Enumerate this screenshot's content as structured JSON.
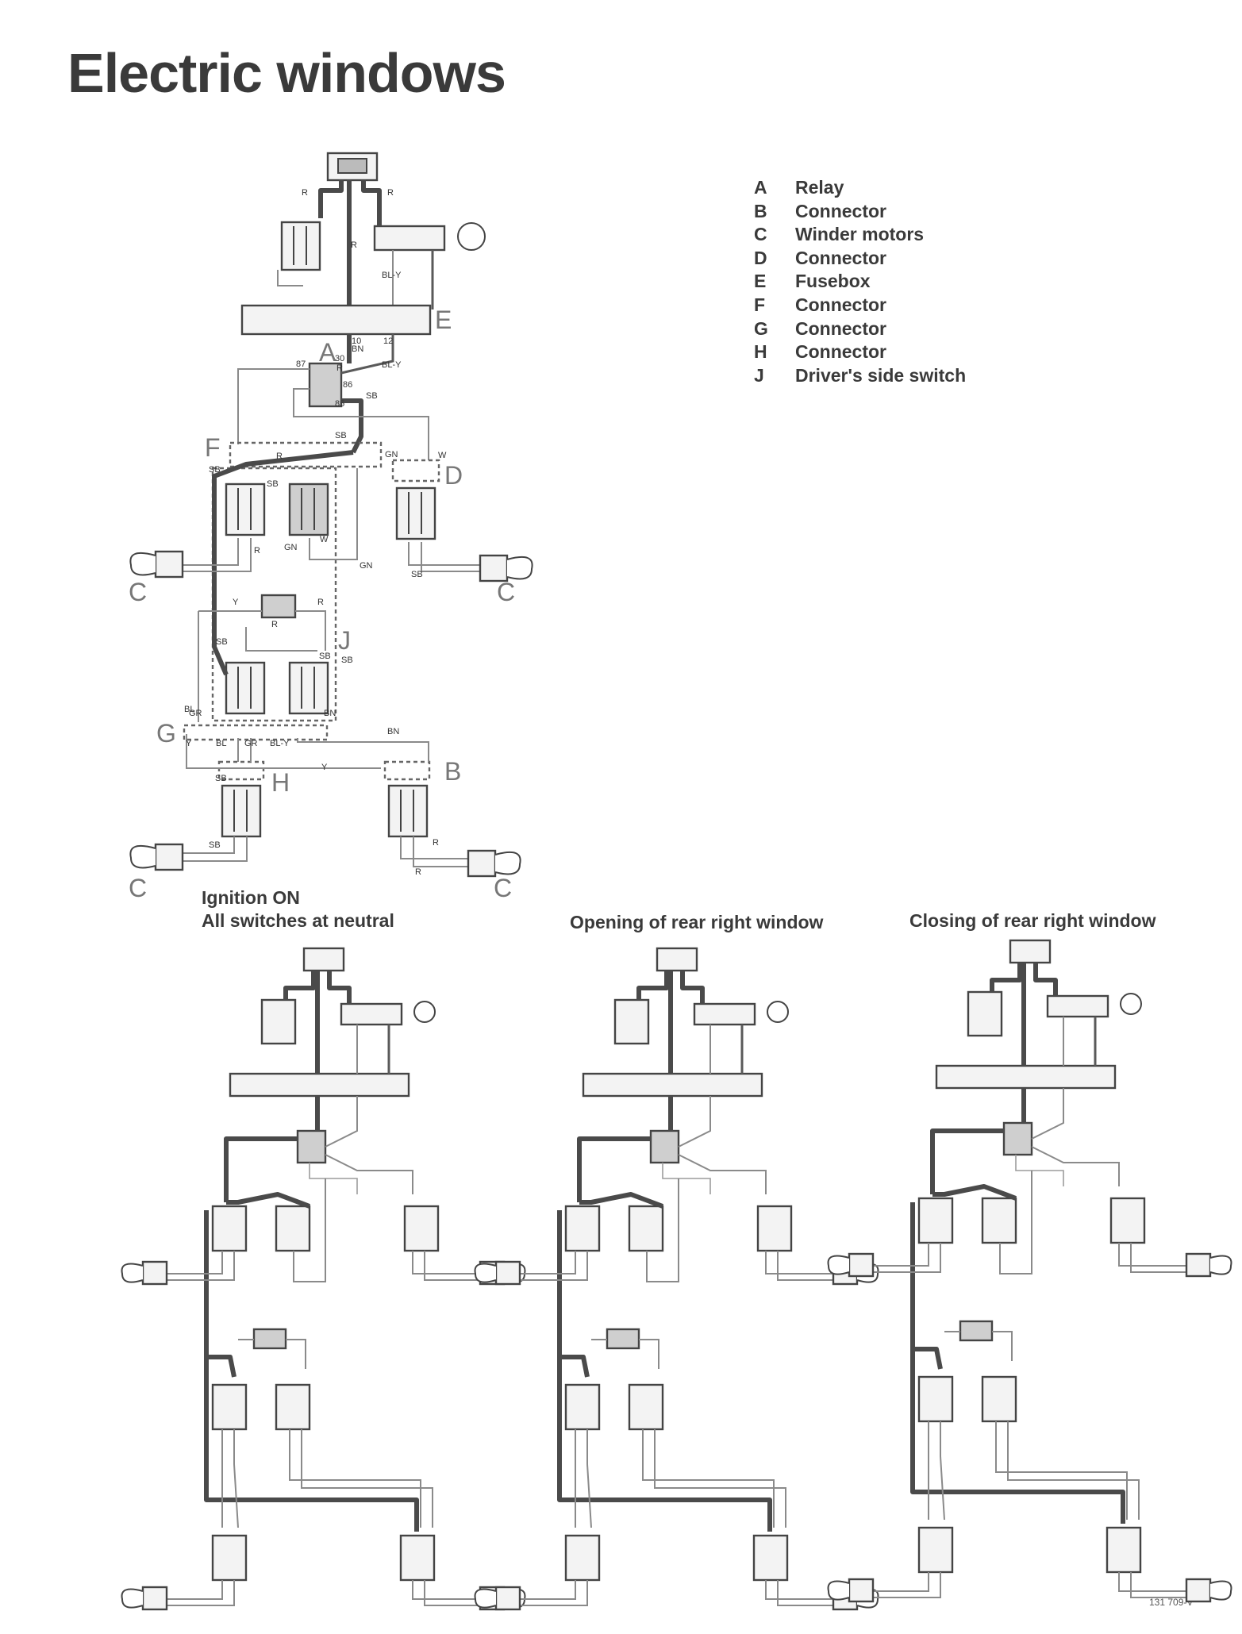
{
  "title": "Electric windows",
  "legend": [
    {
      "key": "A",
      "label": "Relay"
    },
    {
      "key": "B",
      "label": "Connector"
    },
    {
      "key": "C",
      "label": "Winder motors"
    },
    {
      "key": "D",
      "label": "Connector"
    },
    {
      "key": "E",
      "label": "Fusebox"
    },
    {
      "key": "F",
      "label": "Connector"
    },
    {
      "key": "G",
      "label": "Connector"
    },
    {
      "key": "H",
      "label": "Connector"
    },
    {
      "key": "J",
      "label": "Driver's side switch"
    }
  ],
  "main_diagram": {
    "component_labels": [
      "A",
      "B",
      "C",
      "C",
      "C",
      "C",
      "D",
      "E",
      "F",
      "G",
      "H",
      "J"
    ],
    "terminal_labels": [
      "87",
      "30",
      "86",
      "85",
      "10",
      "12"
    ],
    "wire_codes": [
      "R",
      "R",
      "R",
      "R",
      "BL-Y",
      "BN",
      "BL-Y",
      "SB",
      "SB",
      "GN",
      "W",
      "SB",
      "SB",
      "GN",
      "W",
      "GN",
      "SB",
      "R",
      "R",
      "SB",
      "Y",
      "R",
      "R",
      "SB",
      "SB",
      "BL",
      "GR",
      "BN",
      "Y",
      "BL",
      "GR",
      "BL-Y",
      "BN",
      "Y",
      "SB",
      "R",
      "SB",
      "R"
    ]
  },
  "captions": {
    "neutral_line1": "Ignition ON",
    "neutral_line2": "All switches at neutral",
    "opening": "Opening of rear right window",
    "closing": "Closing of rear right window"
  },
  "reference": "131 709-V"
}
